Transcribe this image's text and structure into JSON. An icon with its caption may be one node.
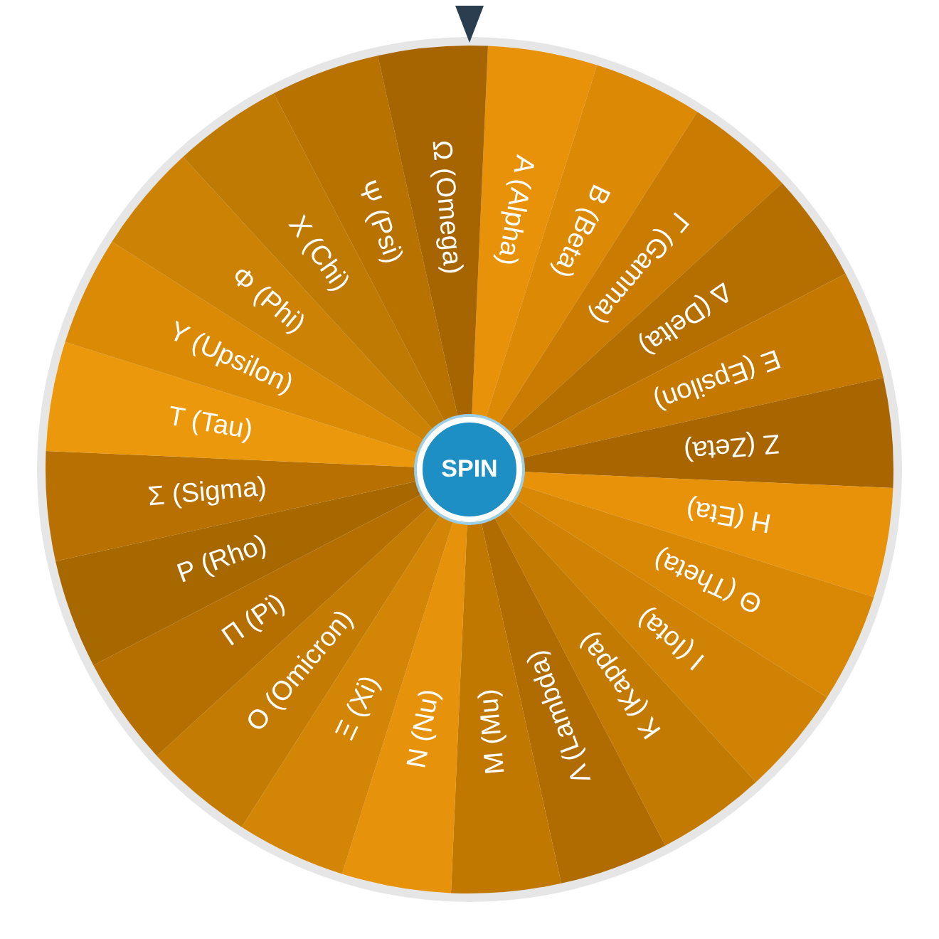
{
  "diagram": {
    "nodes": [
      {
        "text": [
          "Α (Alpha)"
        ]
      },
      {
        "text": [
          "Β (Beta)"
        ]
      },
      {
        "text": [
          "Γ (Gamma)"
        ]
      },
      {
        "text": [
          "Δ (Delta)"
        ]
      },
      {
        "text": [
          "Ε (Epsilon)"
        ]
      },
      {
        "text": [
          "Ζ (Zeta)"
        ]
      },
      {
        "text": [
          "Η (Eta)"
        ]
      },
      {
        "text": [
          "Θ (Theta)"
        ]
      },
      {
        "text": [
          "Ι (Iota)"
        ]
      },
      {
        "text": [
          "Κ (Kappa)"
        ]
      },
      {
        "text": [
          "Λ (Lambda)"
        ]
      },
      {
        "text": [
          "Μ (Mu)"
        ]
      },
      {
        "text": [
          "Ν (Nu)"
        ]
      },
      {
        "text": [
          "Ξ (Xi)"
        ]
      },
      {
        "text": [
          "Ο (Omicron)"
        ]
      },
      {
        "text": [
          "Π (Pi)"
        ]
      },
      {
        "text": [
          "Ρ (Rho)"
        ]
      },
      {
        "text": [
          "Σ (Sigma)"
        ]
      },
      {
        "text": [
          "Τ (Tau)"
        ]
      },
      {
        "text": [
          "Υ (Upsilon)"
        ]
      },
      {
        "text": [
          "Φ (Phi)"
        ]
      },
      {
        "text": [
          "Χ (Chi)"
        ]
      },
      {
        "text": [
          "Ψ (Psi)"
        ]
      },
      {
        "text": [
          "Ω (Omega)"
        ]
      },
      {
        "text": [
          "SPIN"
        ]
      }
    ]
  }
}
